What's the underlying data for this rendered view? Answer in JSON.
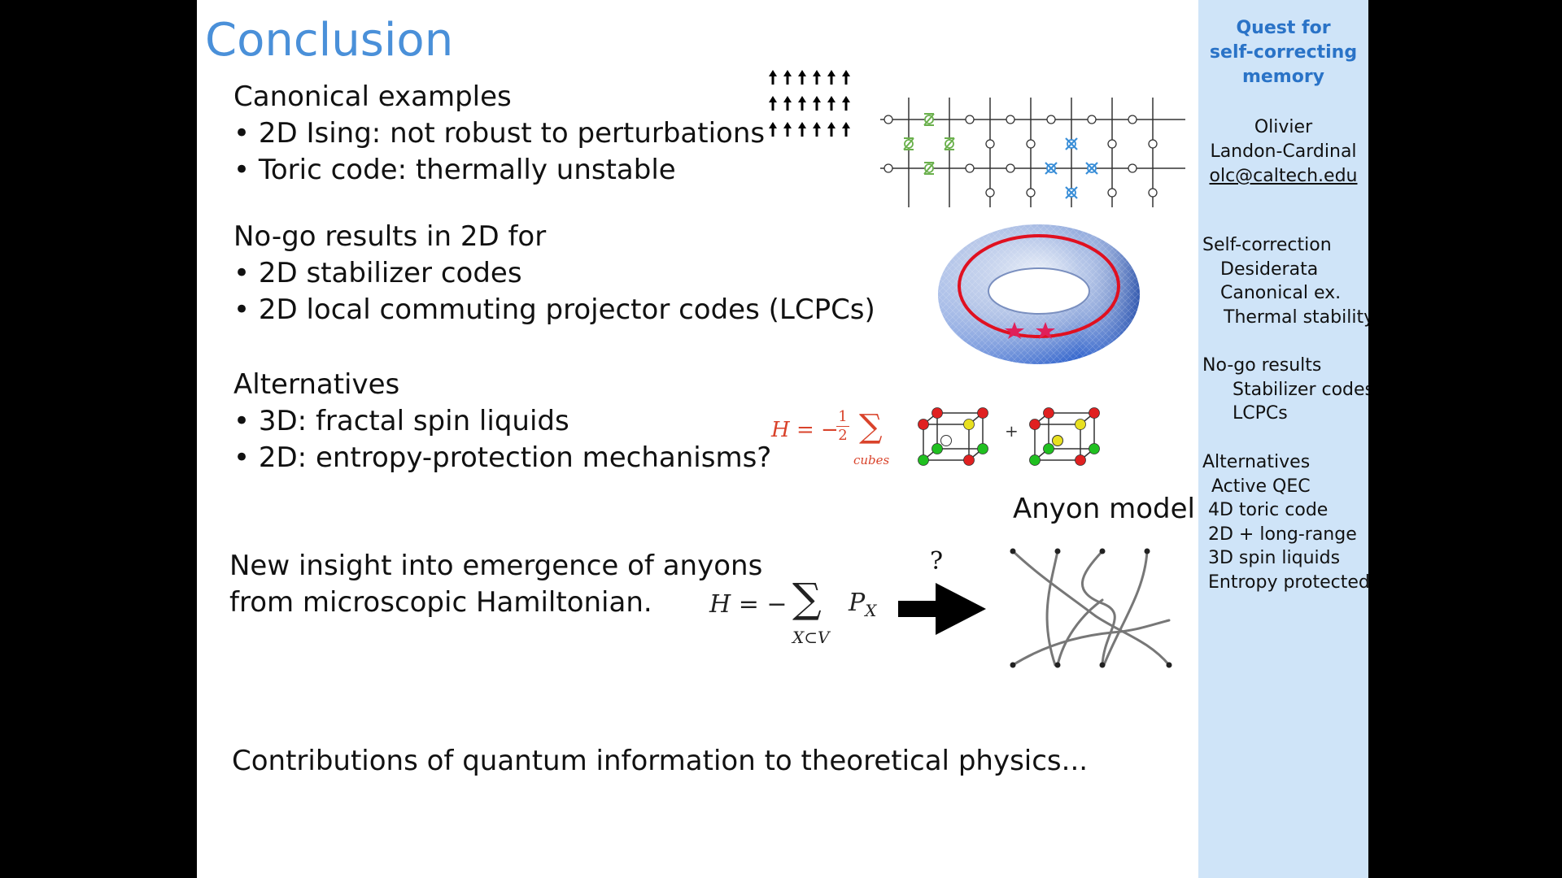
{
  "slide": {
    "title": "Conclusion",
    "canonical": {
      "heading": "Canonical examples",
      "items": [
        "• 2D Ising: not robust to perturbations",
        "• Toric code: thermally unstable"
      ]
    },
    "nogo": {
      "heading": "No-go results in 2D for",
      "items": [
        "• 2D stabilizer codes",
        "• 2D local commuting projector codes (LCPCs)"
      ]
    },
    "alternatives": {
      "heading": "Alternatives",
      "items": [
        "• 3D: fractal spin liquids",
        "• 2D: entropy-protection mechanisms?"
      ]
    },
    "insight": {
      "lines": [
        "New insight into emergence of anyons",
        "from microscopic Hamiltonian."
      ]
    },
    "contributions": "Contributions of quantum information to theoretical physics...",
    "cubes_formula": {
      "lhs": "H = −",
      "num": "1",
      "den": "2",
      "sum": "∑",
      "sub": "cubes",
      "plus": "+"
    },
    "anyon_formula": {
      "lhs": "H = −",
      "sum": "∑",
      "sub": "X⊂V",
      "term": "P",
      "term_sub": "X"
    },
    "anyon_label": "Anyon model",
    "question_mark": "?"
  },
  "sidebar": {
    "title": [
      "Quest for",
      "self-correcting",
      "memory"
    ],
    "author": [
      "Olivier",
      "Landon-Cardinal"
    ],
    "email": "olc@caltech.edu",
    "toc": {
      "section1": [
        "Self-correction",
        "Desiderata",
        "Canonical ex.",
        "Thermal stability"
      ],
      "section2": [
        "No-go results",
        "Stabilizer codes",
        "LCPCs"
      ],
      "section3": [
        "Alternatives",
        "Active QEC",
        "4D toric code",
        "2D + long-range",
        "3D spin liquids",
        "Entropy protected"
      ]
    }
  },
  "colors": {
    "title": "#4a90d9",
    "sidebar_bg": "#cfe4f8",
    "sidebar_title": "#2a73c7",
    "formula_red": "#d9432b",
    "torus_blue": "#1d55c9",
    "loop_red": "#e01020",
    "star": "#e0205a",
    "green_z": "#6ab04c",
    "blue_x": "#3a8fd8"
  },
  "icons": [
    "arrow-up-icon",
    "arrow-right-icon",
    "star-icon"
  ]
}
